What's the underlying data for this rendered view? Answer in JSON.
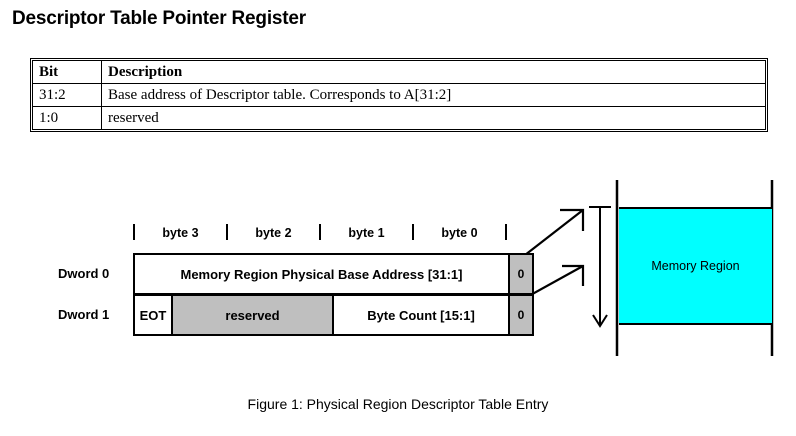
{
  "page": {
    "title": "Descriptor Table Pointer Register"
  },
  "bit_table": {
    "headers": [
      "Bit",
      "Description"
    ],
    "rows": [
      {
        "bit": "31:2",
        "description": "Base address of Descriptor table. Corresponds to A[31:2]"
      },
      {
        "bit": "1:0",
        "description": "reserved"
      }
    ]
  },
  "figure": {
    "caption": "Figure 1: Physical Region Descriptor Table Entry",
    "byte_ruler": [
      "byte 3",
      "byte 2",
      "byte 1",
      "byte 0"
    ],
    "row_labels": [
      "Dword 0",
      "Dword 1"
    ],
    "dword0": {
      "base_address": "Memory Region Physical Base Address [31:1]",
      "zero_bit": "0"
    },
    "dword1": {
      "eot": "EOT",
      "reserved": "reserved",
      "byte_count": "Byte Count [15:1]",
      "zero_bit": "0"
    },
    "memory_region_label": "Memory Region",
    "colors": {
      "memory_region_fill": "#00ffff",
      "reserved_fill": "#bfbfbf",
      "line": "#000000"
    }
  }
}
